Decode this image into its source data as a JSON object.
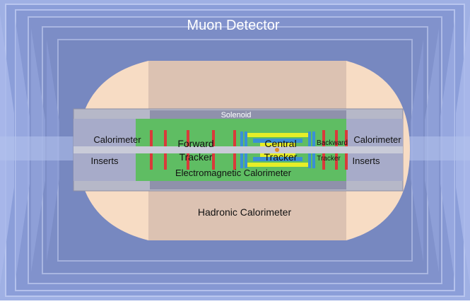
{
  "labels": {
    "muon_detector": "Muon Detector",
    "solenoid": "Solenoid",
    "calorimeter_left": "Calorimeter",
    "inserts_left": "Inserts",
    "forward": "Forward",
    "tracker_forward": "Tracker",
    "central": "Central",
    "tracker_central": "Tracker",
    "backward": "Backward",
    "tracker_backward": "Tracker",
    "calorimeter_right": "Calorimeter",
    "inserts_right": "Inserts",
    "em_calorimeter": "Electromagnetic Calorimeter",
    "hadronic_calorimeter": "Hadronic Calorimeter"
  },
  "colors": {
    "muon_outer": "#8fa2dc",
    "muon_inner": "#7d8fc8",
    "muon_edge": "#b8c6f0",
    "hadronic_cap": "#f6dcc6",
    "hadronic_core": "#dcc0b0",
    "solenoid": "#a3a4ba",
    "em_calorimeter": "#5fbe63",
    "tracker_blue": "#3a8fd6",
    "tracker_yellow": "#e6ee28",
    "red_disk": "#d93a3a",
    "inserts": "#a6abc8",
    "label_white": "#ffffff",
    "label_dark": "#111111"
  }
}
